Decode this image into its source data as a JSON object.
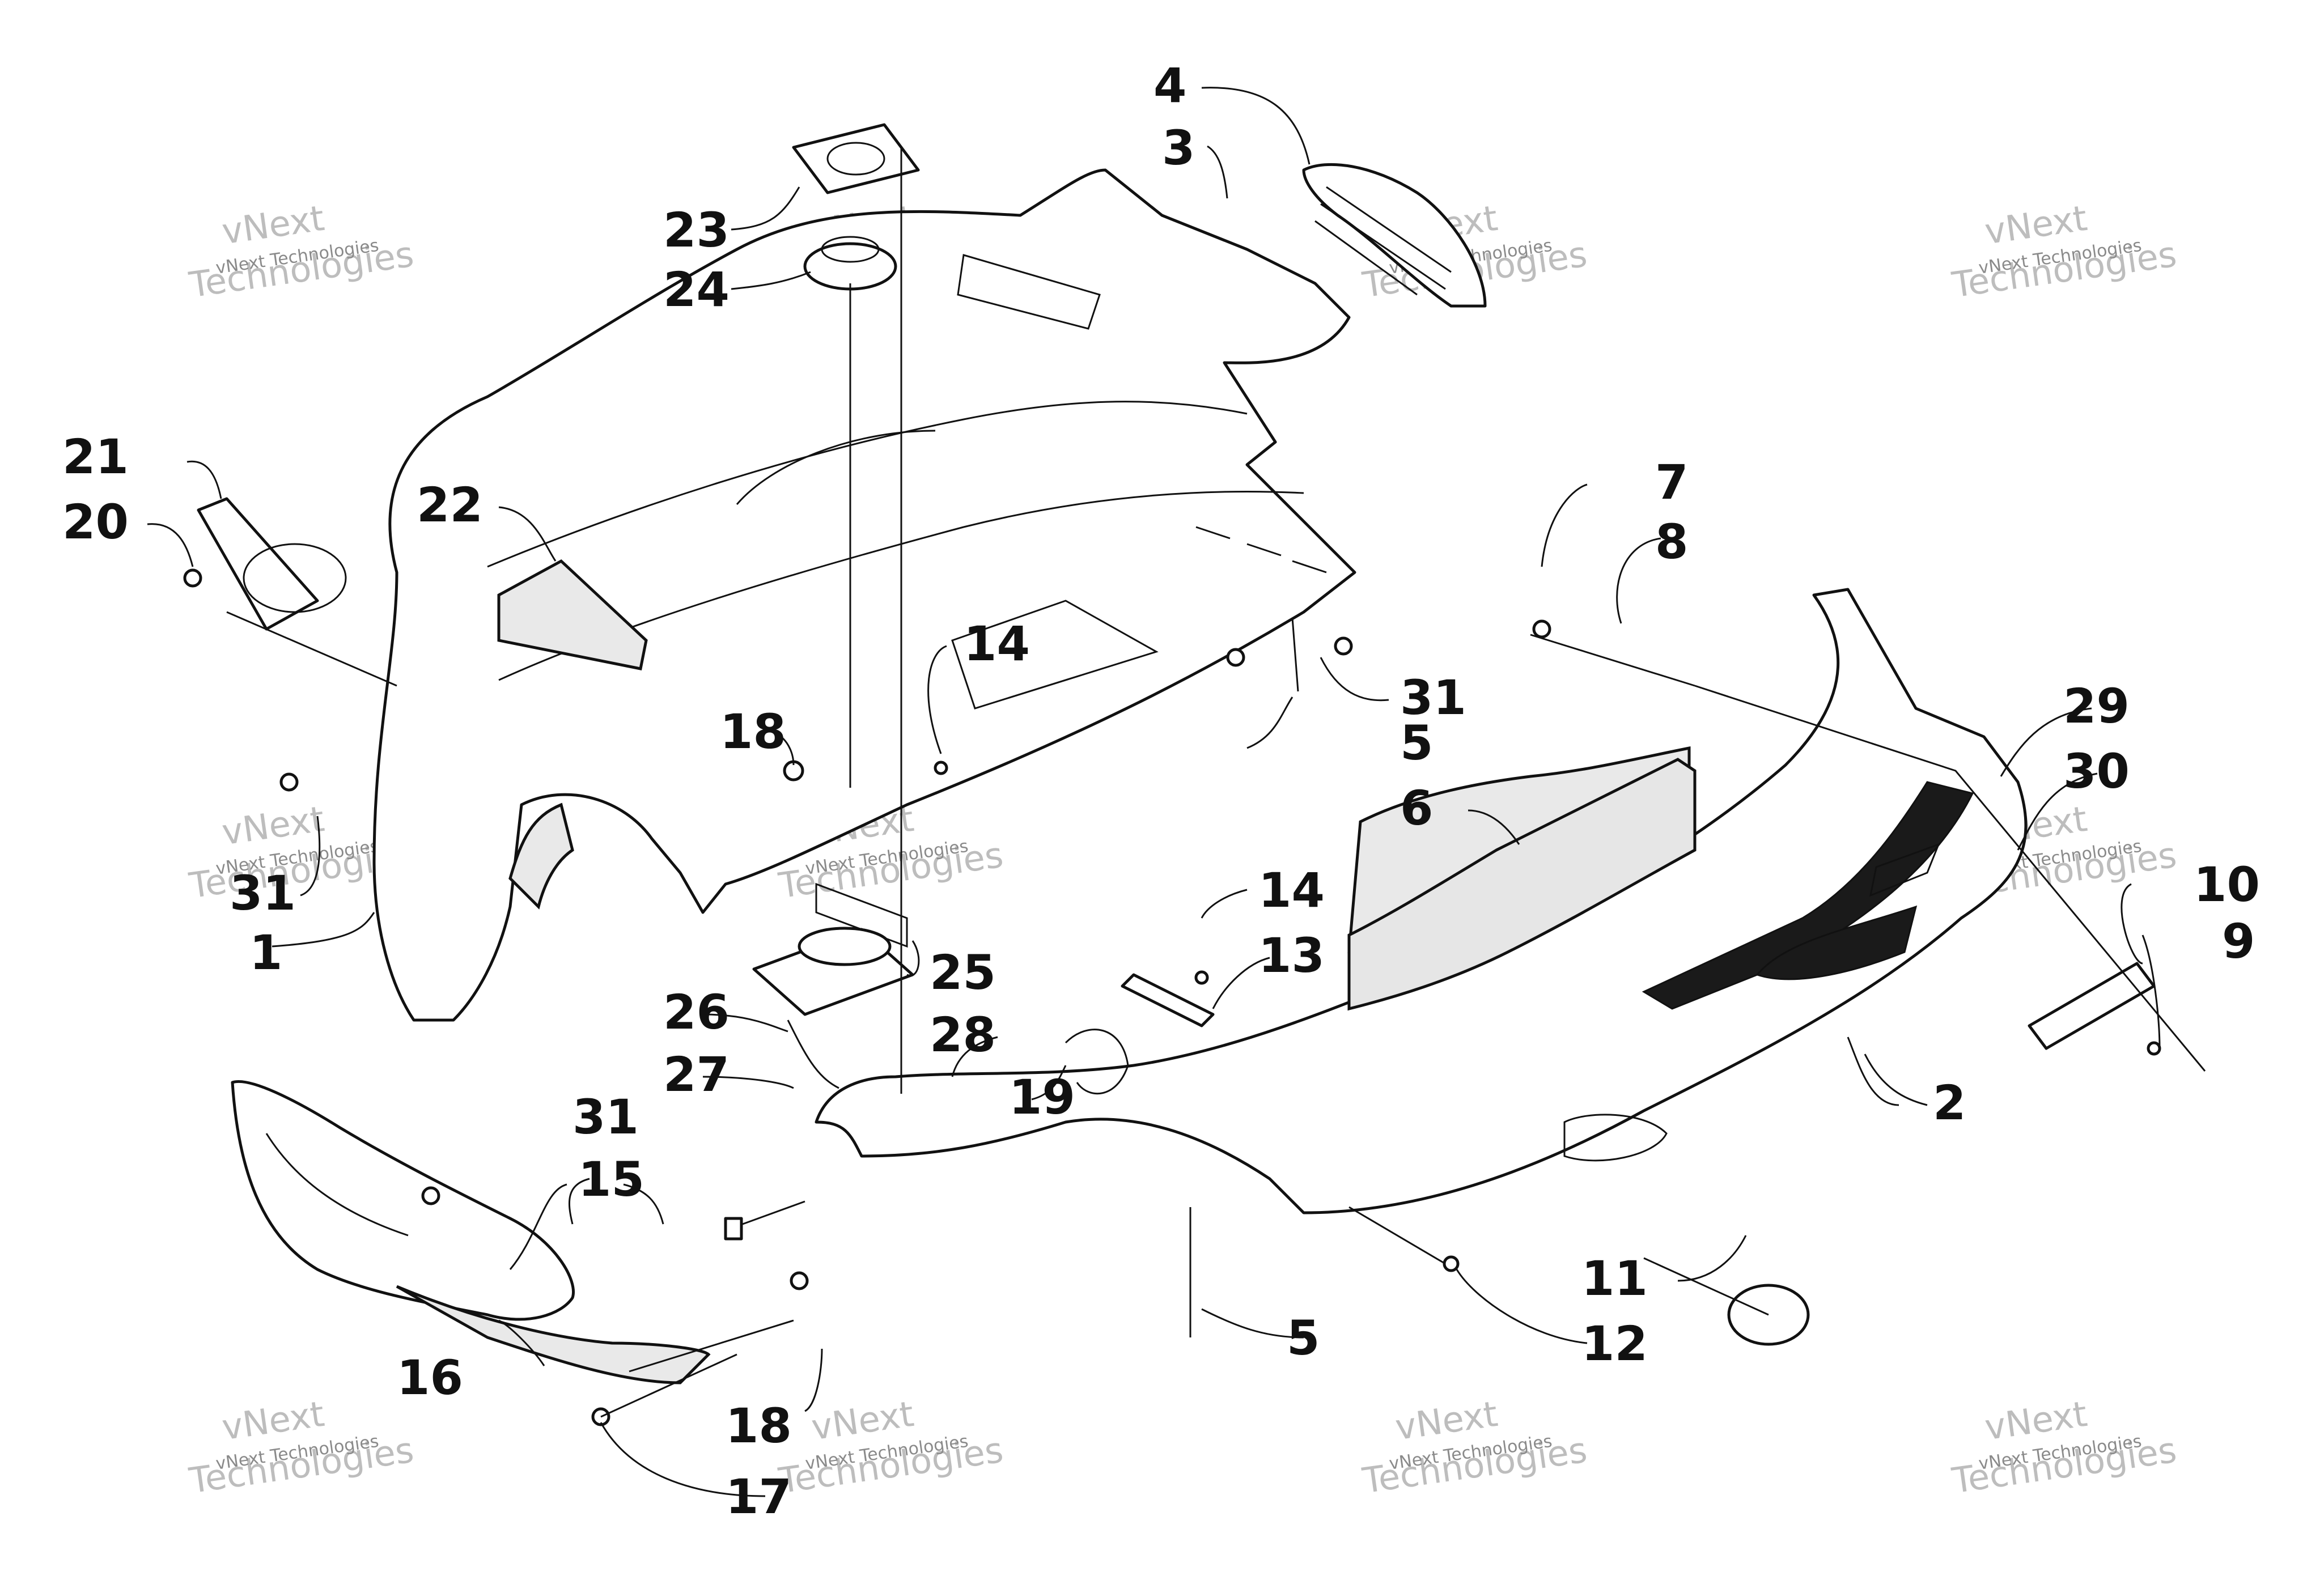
{
  "diagram": {
    "callouts": [
      {
        "id": "c1",
        "label": "1"
      },
      {
        "id": "c2",
        "label": "2"
      },
      {
        "id": "c3",
        "label": "3"
      },
      {
        "id": "c4",
        "label": "4"
      },
      {
        "id": "c5a",
        "label": "5"
      },
      {
        "id": "c5b",
        "label": "5"
      },
      {
        "id": "c6",
        "label": "6"
      },
      {
        "id": "c7",
        "label": "7"
      },
      {
        "id": "c8",
        "label": "8"
      },
      {
        "id": "c9",
        "label": "9"
      },
      {
        "id": "c10",
        "label": "10"
      },
      {
        "id": "c11",
        "label": "11"
      },
      {
        "id": "c12",
        "label": "12"
      },
      {
        "id": "c13",
        "label": "13"
      },
      {
        "id": "c14a",
        "label": "14"
      },
      {
        "id": "c14b",
        "label": "14"
      },
      {
        "id": "c15",
        "label": "15"
      },
      {
        "id": "c16",
        "label": "16"
      },
      {
        "id": "c17",
        "label": "17"
      },
      {
        "id": "c18a",
        "label": "18"
      },
      {
        "id": "c18b",
        "label": "18"
      },
      {
        "id": "c19",
        "label": "19"
      },
      {
        "id": "c20",
        "label": "20"
      },
      {
        "id": "c21",
        "label": "21"
      },
      {
        "id": "c22",
        "label": "22"
      },
      {
        "id": "c23",
        "label": "23"
      },
      {
        "id": "c24",
        "label": "24"
      },
      {
        "id": "c25",
        "label": "25"
      },
      {
        "id": "c26",
        "label": "26"
      },
      {
        "id": "c27",
        "label": "27"
      },
      {
        "id": "c28",
        "label": "28"
      },
      {
        "id": "c29",
        "label": "29"
      },
      {
        "id": "c30",
        "label": "30"
      },
      {
        "id": "c31a",
        "label": "31"
      },
      {
        "id": "c31b",
        "label": "31"
      },
      {
        "id": "c31c",
        "label": "31"
      }
    ]
  },
  "watermark": {
    "line1": "vNext Technologies",
    "line2": "vNext",
    "line3": "Technologies"
  }
}
